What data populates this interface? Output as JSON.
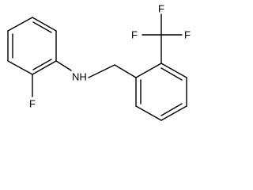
{
  "molecule": {
    "atoms": {
      "fluorine_ring": "F",
      "amine": "NH",
      "cf3_top": "F",
      "cf3_left": "F",
      "cf3_right": "F"
    },
    "colors": {
      "bond": "#000000",
      "label": "#000000",
      "background": "#ffffff"
    }
  }
}
